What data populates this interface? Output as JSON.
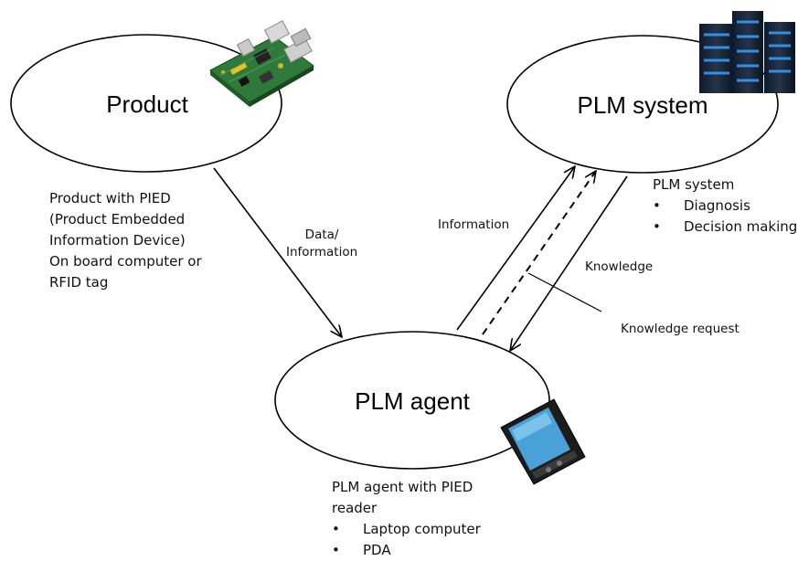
{
  "nodes": {
    "product": "Product",
    "plm_system": "PLM system",
    "plm_agent": "PLM agent"
  },
  "notes": {
    "product": [
      "Product with PIED",
      "(Product Embedded",
      "Information Device)",
      "On board computer or",
      "RFID tag"
    ],
    "plm_system": {
      "title": "PLM system",
      "bullets": [
        "Diagnosis",
        "Decision making"
      ]
    },
    "plm_agent": {
      "lines": [
        "PLM agent with PIED",
        "reader"
      ],
      "bullets": [
        "Laptop computer",
        "PDA"
      ]
    }
  },
  "edges": {
    "product_to_agent": [
      "Data/",
      "Information"
    ],
    "agent_to_system": "Information",
    "system_to_agent": "Knowledge",
    "request": "Knowledge request"
  },
  "bullet_char": "•",
  "icons": {
    "product": "circuit-board-icon",
    "plm_system": "server-rack-icon",
    "plm_agent": "pda-device-icon"
  }
}
